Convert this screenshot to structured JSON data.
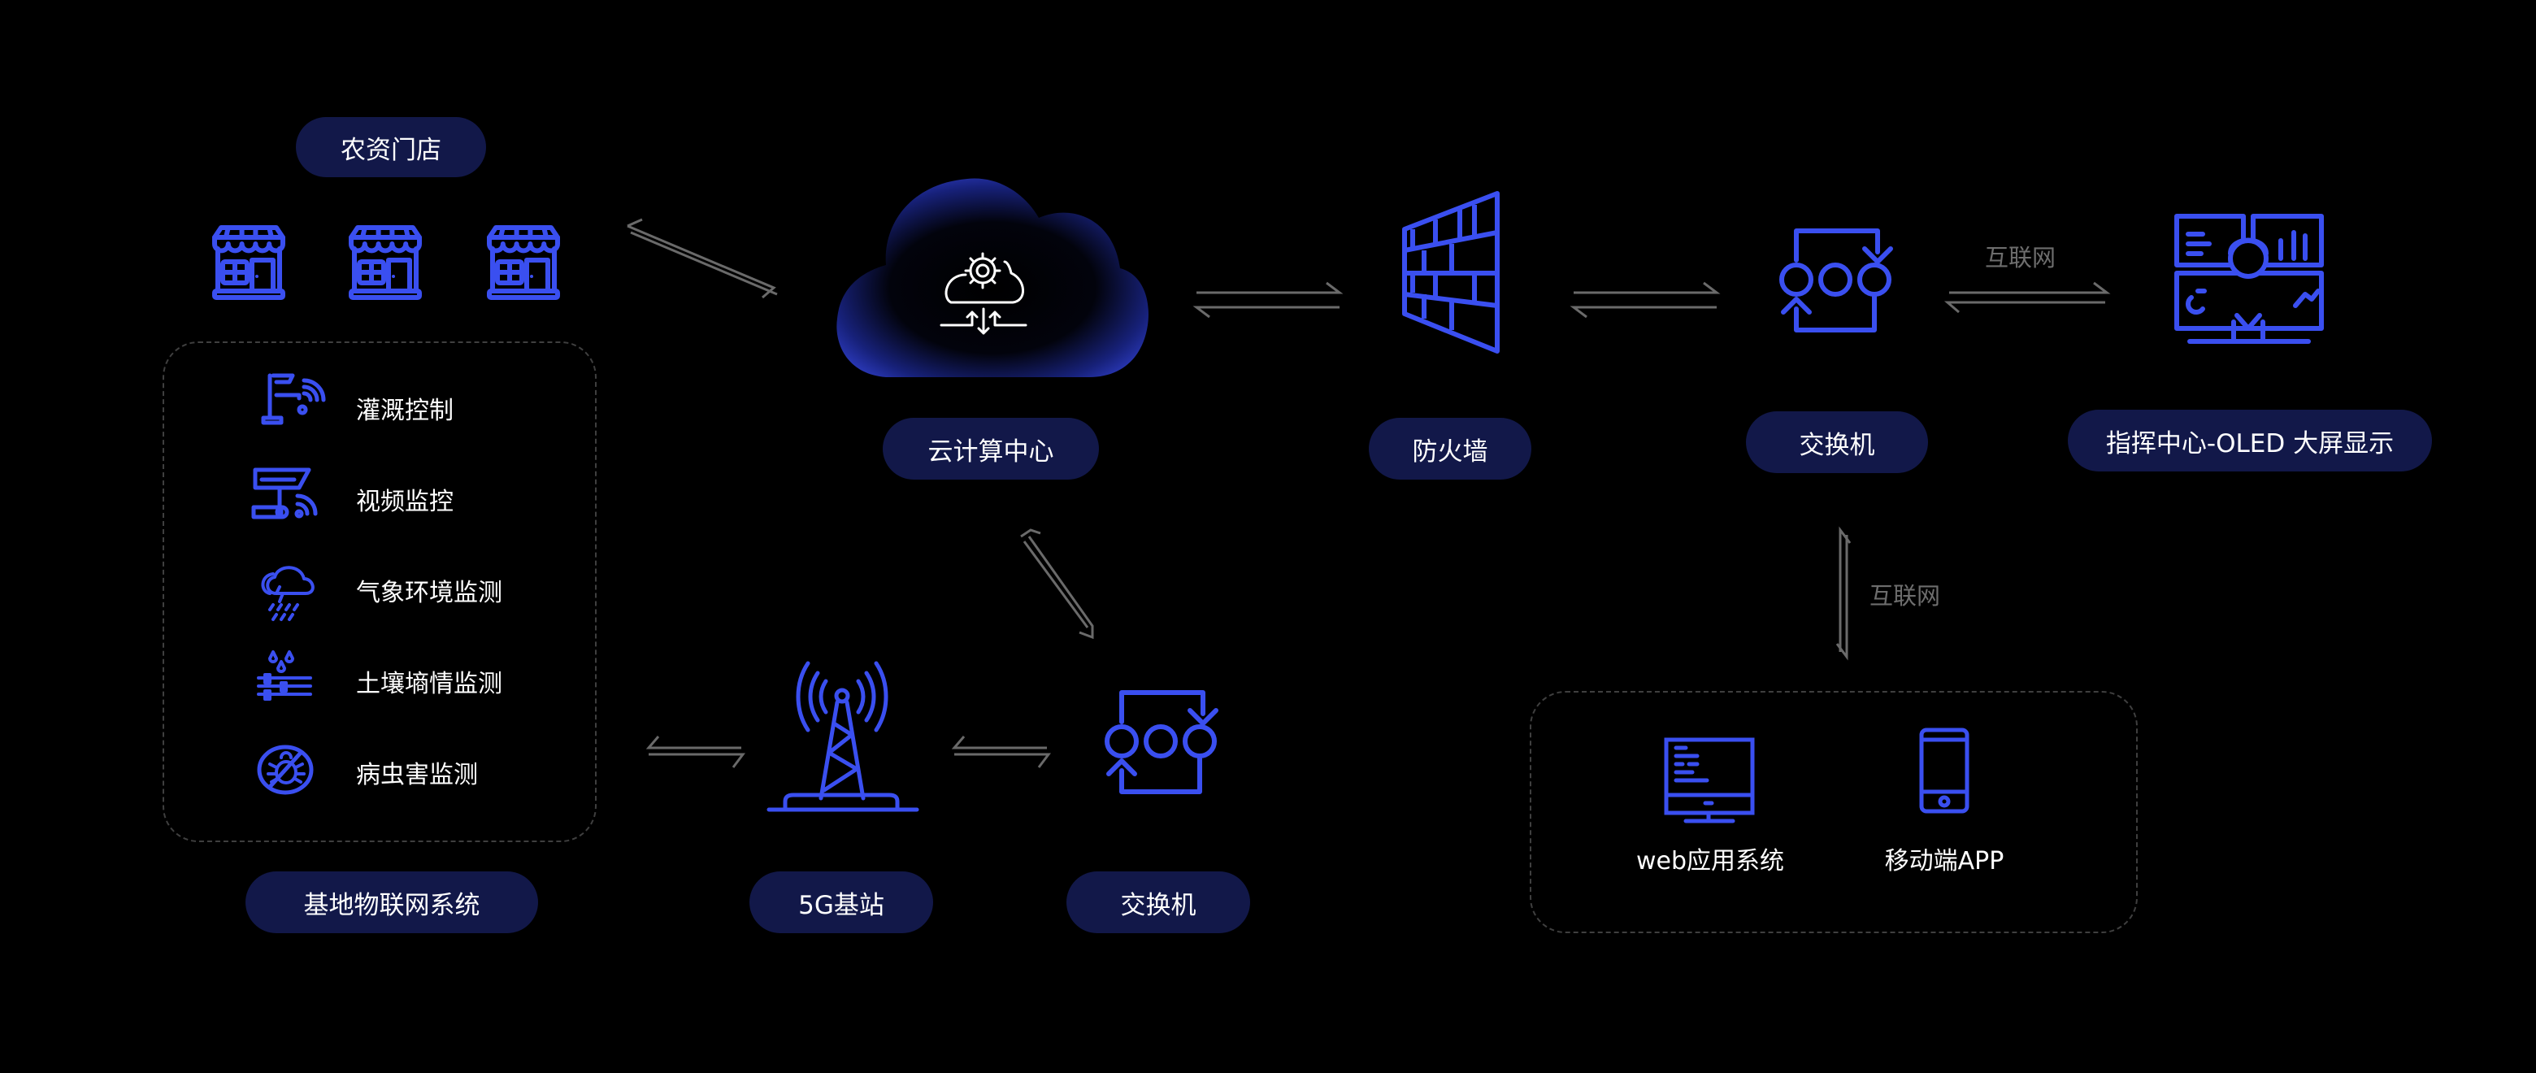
{
  "colors": {
    "background": "#000000",
    "pill": "#121849",
    "icon": "#3a4ff0",
    "arrow": "#6a6a6a",
    "text": "#ffffff",
    "muted": "#6d6d6d"
  },
  "nodes": {
    "stores": {
      "label": "农资门店",
      "icons": [
        "store-icon",
        "store-icon",
        "store-icon"
      ]
    },
    "iot": {
      "label": "基地物联网系统",
      "items": [
        {
          "icon": "irrigation-faucet-icon",
          "label": "灌溉控制"
        },
        {
          "icon": "surveillance-camera-icon",
          "label": "视频监控"
        },
        {
          "icon": "weather-storm-icon",
          "label": "气象环境监测"
        },
        {
          "icon": "soil-moisture-icon",
          "label": "土壤墒情监测"
        },
        {
          "icon": "pest-bug-icon",
          "label": "病虫害监测"
        }
      ]
    },
    "cloud": {
      "label": "云计算中心",
      "icon": "cloud-gear-icon"
    },
    "firewall": {
      "label": "防火墙",
      "icon": "firewall-brick-icon"
    },
    "switch_top": {
      "label": "交换机",
      "icon": "network-switch-icon"
    },
    "command_center": {
      "label": "指挥中心-OLED 大屏显示",
      "icon": "command-center-display-icon"
    },
    "base_station": {
      "label": "5G基站",
      "icon": "cell-tower-icon"
    },
    "switch_bottom": {
      "label": "交换机",
      "icon": "network-switch-icon"
    },
    "clients": {
      "items": [
        {
          "icon": "desktop-monitor-icon",
          "label": "web应用系统"
        },
        {
          "icon": "mobile-phone-icon",
          "label": "移动端APP"
        }
      ]
    }
  },
  "connections": [
    {
      "from": "stores",
      "to": "cloud",
      "label": ""
    },
    {
      "from": "cloud",
      "to": "firewall",
      "label": ""
    },
    {
      "from": "firewall",
      "to": "switch_top",
      "label": ""
    },
    {
      "from": "switch_top",
      "to": "command_center",
      "label": "互联网"
    },
    {
      "from": "switch_top",
      "to": "clients",
      "label": "互联网"
    },
    {
      "from": "cloud",
      "to": "switch_bottom",
      "label": ""
    },
    {
      "from": "switch_bottom",
      "to": "base_station",
      "label": ""
    },
    {
      "from": "base_station",
      "to": "iot",
      "label": ""
    }
  ]
}
